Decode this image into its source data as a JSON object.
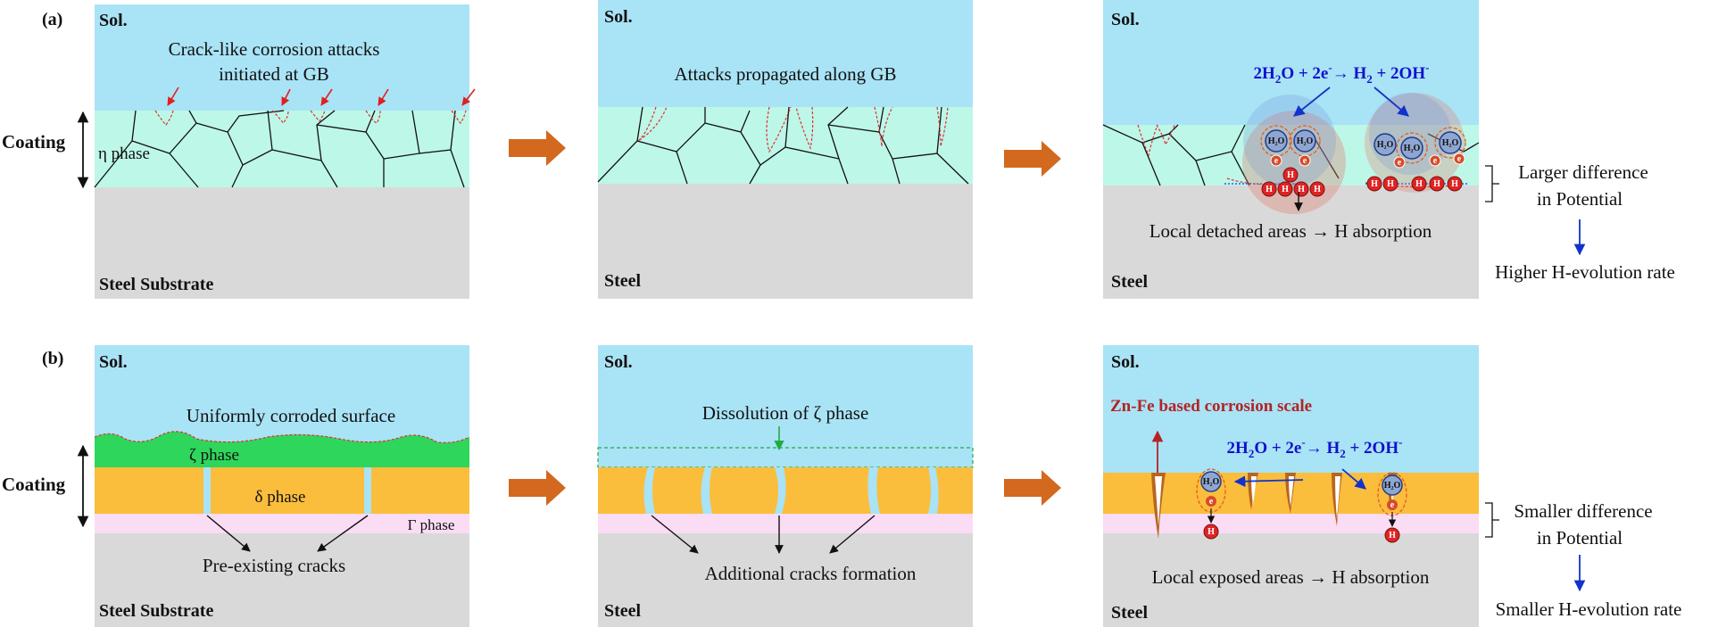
{
  "row_a": {
    "label": "(a)",
    "side_label": "Coating",
    "panel1": {
      "sol": "Sol.",
      "text_line1": "Crack-like corrosion attacks",
      "text_line2": "initiated at GB",
      "phase": "η phase",
      "substrate": "Steel Substrate"
    },
    "panel2": {
      "sol": "Sol.",
      "text": "Attacks propagated along GB",
      "substrate": "Steel"
    },
    "panel3": {
      "sol": "Sol.",
      "reaction": {
        "a": "2H",
        "b": "2",
        "c": "O + 2e",
        "d": "-",
        "e": "→ H",
        "f": "2",
        "g": " + 2OH",
        "h": "-"
      },
      "absorption": "Local detached areas → H absorption",
      "substrate": "Steel",
      "h2o": "H₂O",
      "e": "e",
      "h": "H"
    },
    "side": {
      "line1": "Larger difference",
      "line2": "in Potential",
      "rate": "Higher H-evolution rate"
    }
  },
  "row_b": {
    "label": "(b)",
    "side_label": "Coating",
    "panel1": {
      "sol": "Sol.",
      "text": "Uniformly corroded surface",
      "zeta": "ζ phase",
      "delta": "δ phase",
      "gamma": "Γ phase",
      "cracks": "Pre-existing cracks",
      "substrate": "Steel Substrate"
    },
    "panel2": {
      "sol": "Sol.",
      "text": "Dissolution of ζ phase",
      "cracks": "Additional cracks formation",
      "substrate": "Steel"
    },
    "panel3": {
      "sol": "Sol.",
      "scale": "Zn-Fe based corrosion scale",
      "reaction": {
        "a": "2H",
        "b": "2",
        "c": "O + 2e",
        "d": "-",
        "e": "→ H",
        "f": "2",
        "g": " + 2OH",
        "h": "-"
      },
      "absorption": "Local exposed areas → H absorption",
      "substrate": "Steel",
      "h2o": "H₂O",
      "e": "e",
      "h": "H"
    },
    "side": {
      "line1": "Smaller difference",
      "line2": "in Potential",
      "rate": "Smaller H-evolution rate"
    }
  },
  "colors": {
    "solution": "#a9e3f6",
    "eta": "#bdf7e8",
    "steel": "#d9d9d9",
    "zeta": "#2ed65c",
    "delta": "#fbbd3c",
    "gamma": "#fbdcf5",
    "arrow": "#d2691e",
    "scale_red": "#b42323"
  }
}
